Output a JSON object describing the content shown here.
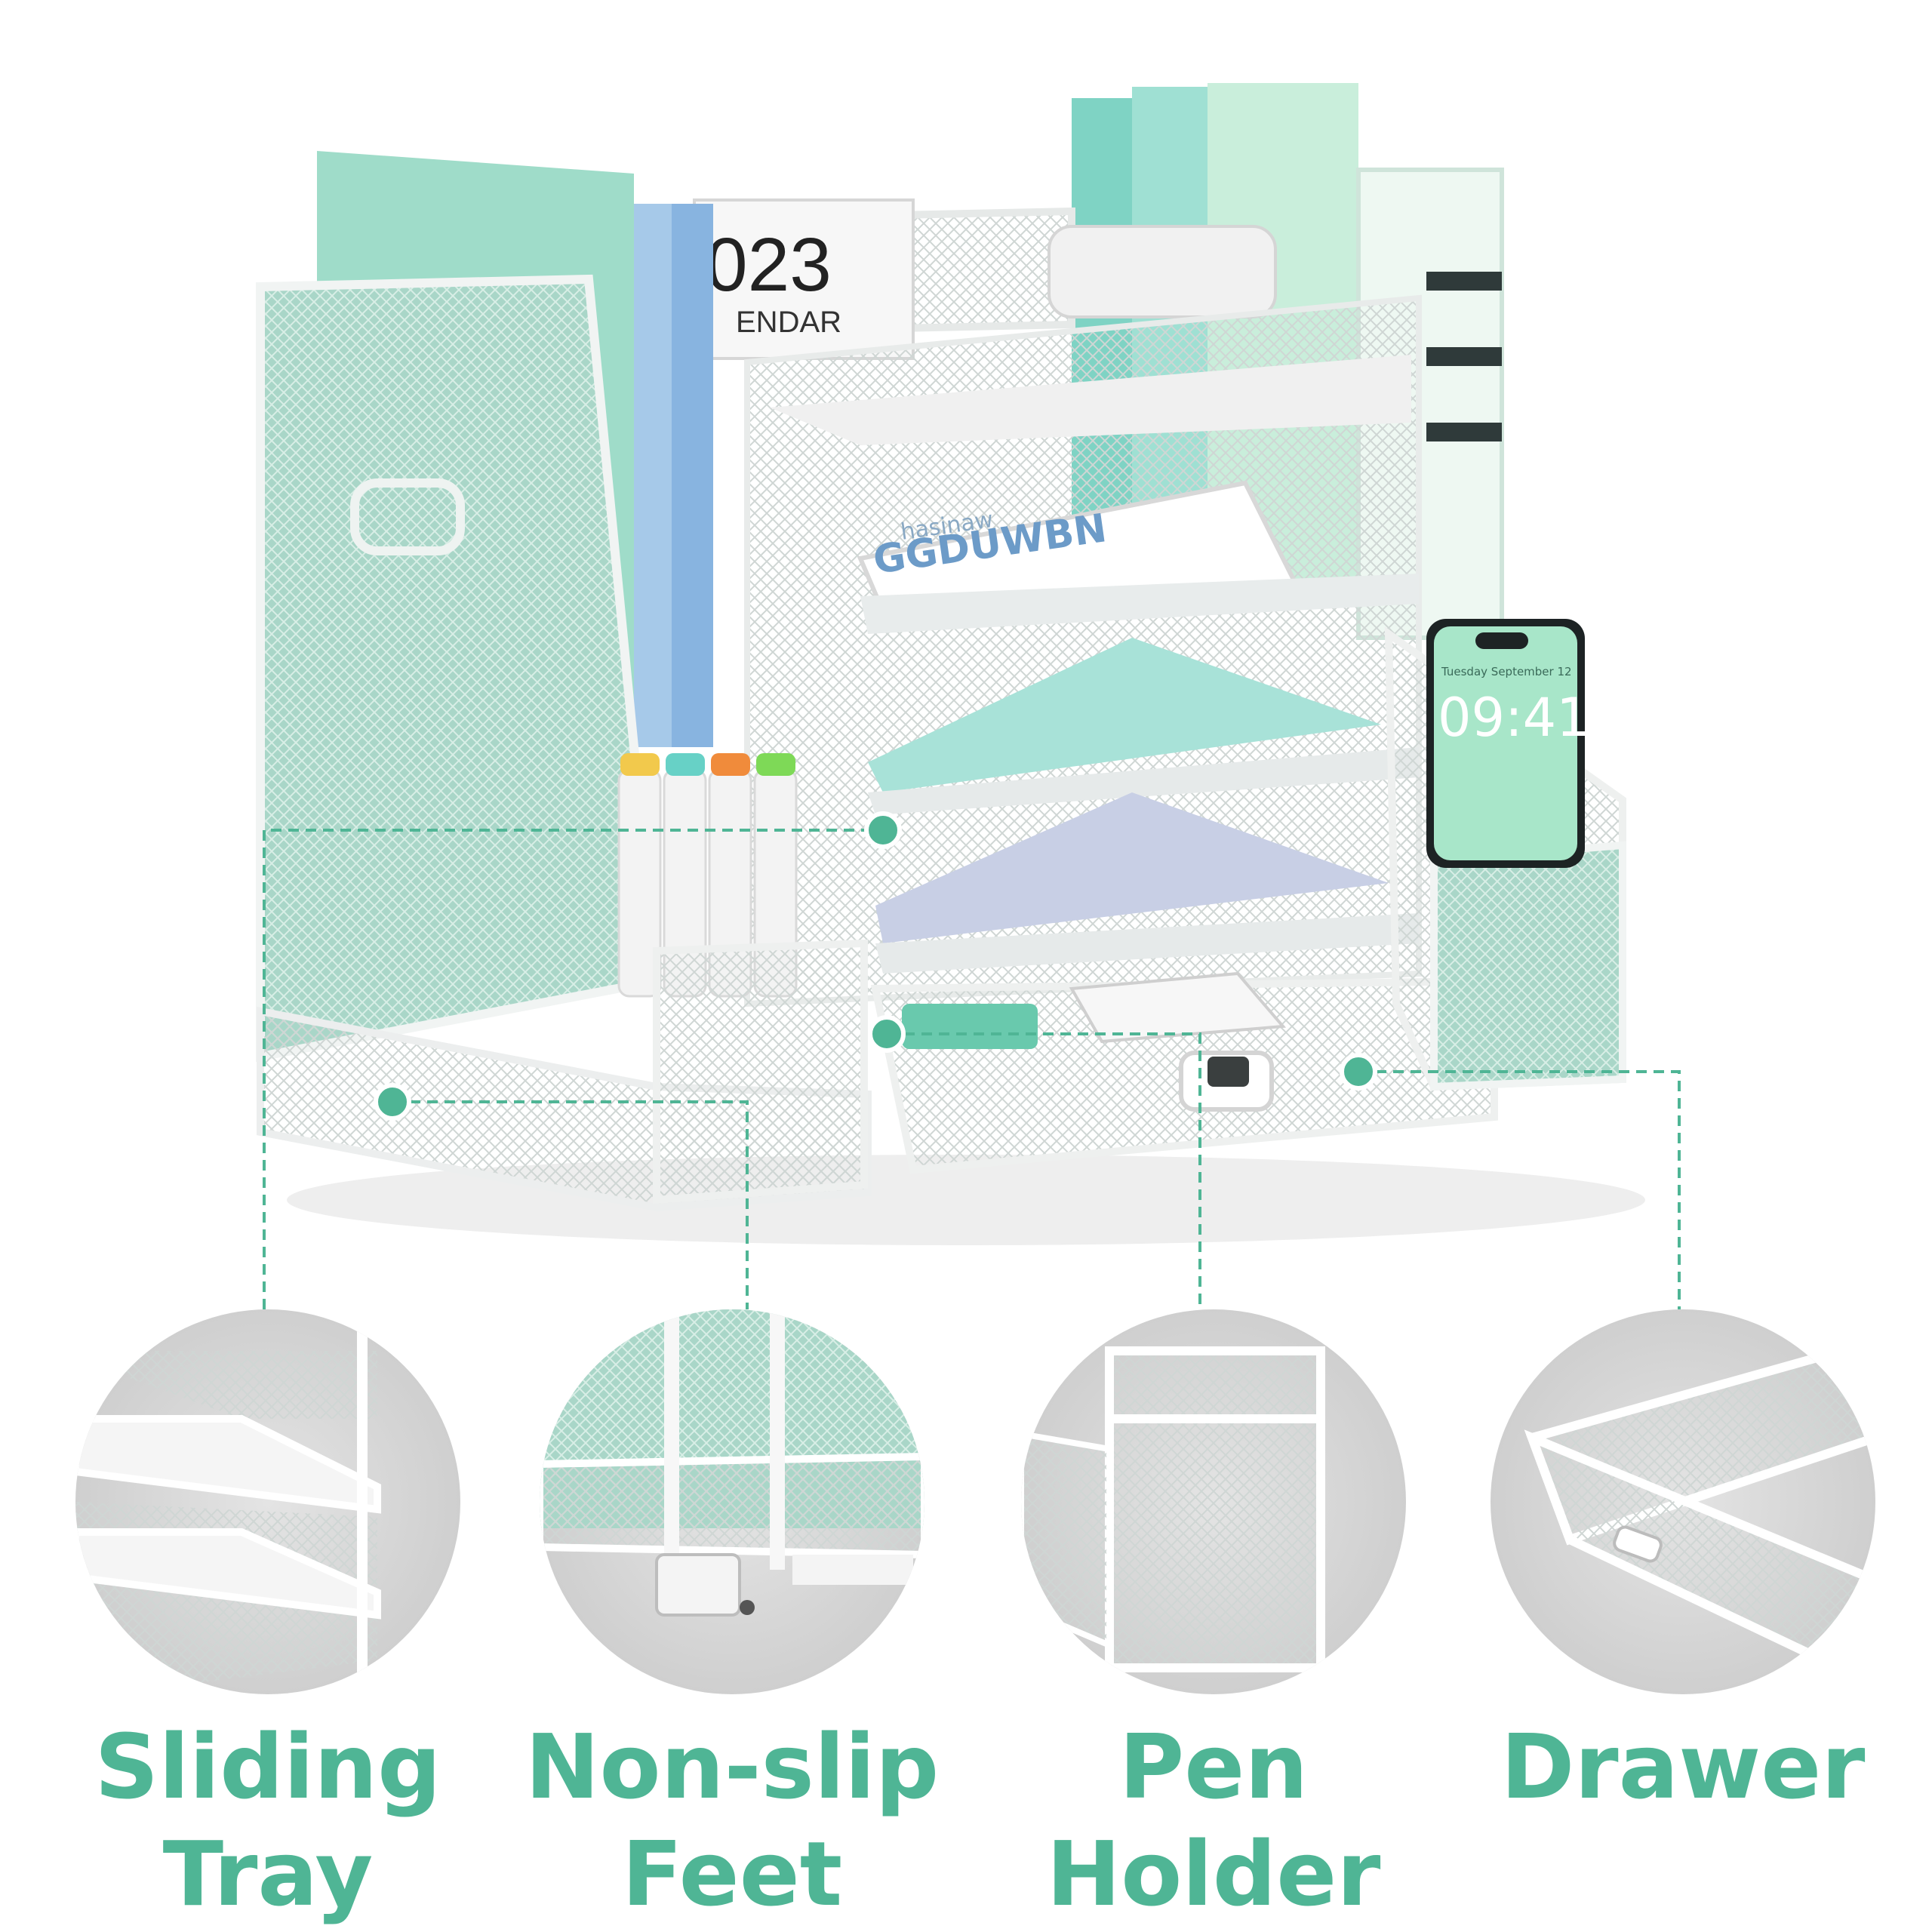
{
  "accent_color": "#4fb595",
  "product_text": {
    "calendar_year": "023",
    "calendar_word": "ENDAR",
    "notebook_top": "hasinaw",
    "notebook_brand": "GGDUWBN",
    "phone_date": "Tuesday September 12",
    "phone_time": "09:41"
  },
  "features": [
    {
      "line1": "Sliding",
      "line2": "Tray",
      "icon": "sliding-tray-closeup"
    },
    {
      "line1": "Non-slip",
      "line2": "Feet",
      "icon": "non-slip-feet-closeup"
    },
    {
      "line1": "Pen",
      "line2": "Holder",
      "icon": "pen-holder-closeup"
    },
    {
      "line1": "Drawer",
      "line2": "",
      "icon": "drawer-closeup"
    }
  ]
}
